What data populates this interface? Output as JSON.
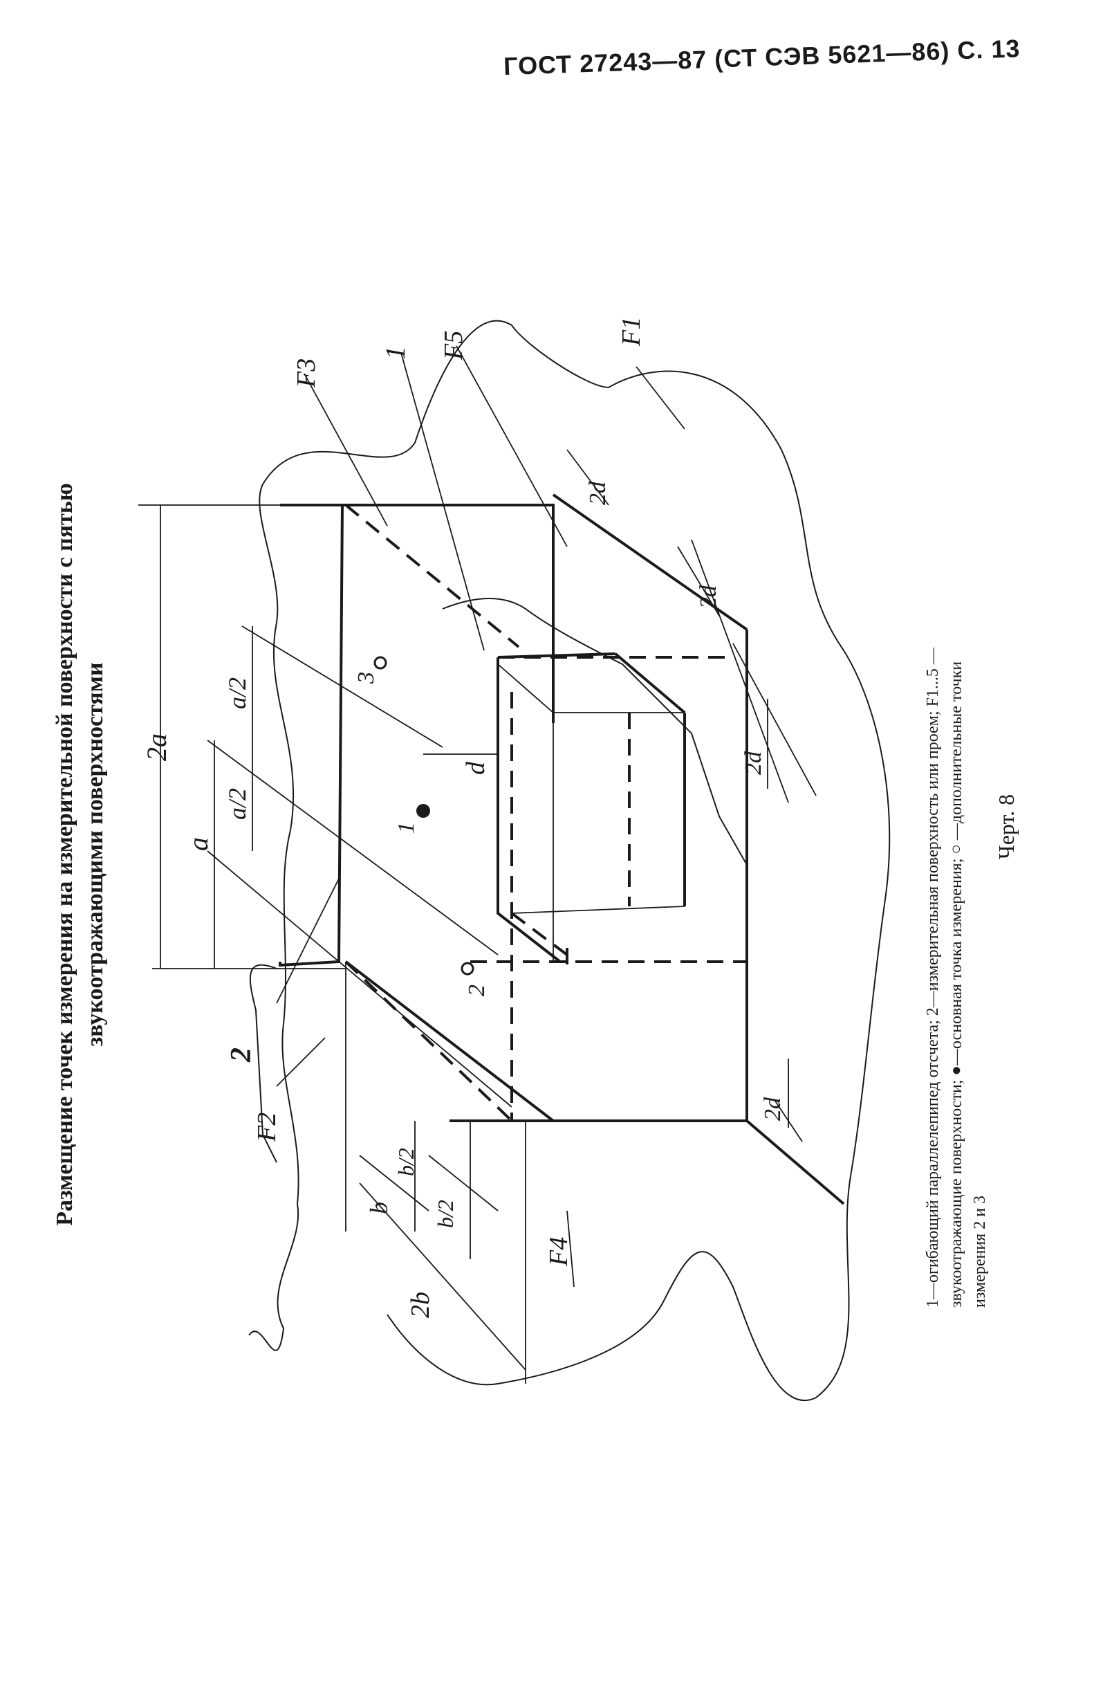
{
  "header": "ГОСТ 27243—87 (СТ СЭВ 5621—86) С. 13",
  "title": [
    "Размещение точек измерения на измерительной поверхности с пятью",
    "звукоотражающими поверхностями"
  ],
  "caption": {
    "line1": "1—огибающий параллелепипед отсчета; 2—измерительная поверхность или проем; F1...5 —",
    "line2": "звукоотражающие поверхности; ●—основная точка измерения; ○ —дополнительные точки",
    "line3": "измерения 2 и 3"
  },
  "figure_label": "Черт. 8",
  "diagram": {
    "surface_labels": [
      "F1",
      "F2",
      "F3",
      "F4",
      "F5"
    ],
    "item_labels": [
      "1",
      "2"
    ],
    "point_labels": [
      "1",
      "2",
      "3"
    ],
    "dimension_labels": {
      "two_a": "2a",
      "a": "a",
      "a_half_1": "a/2",
      "a_half_2": "a/2",
      "d": "d",
      "two_d_1": "2d",
      "two_d_2": "2d",
      "two_d_3": "2d",
      "two_d_4": "2d",
      "two_b": "2b",
      "b": "b",
      "b_half_1": "b/2",
      "b_half_2": "b/2"
    }
  }
}
